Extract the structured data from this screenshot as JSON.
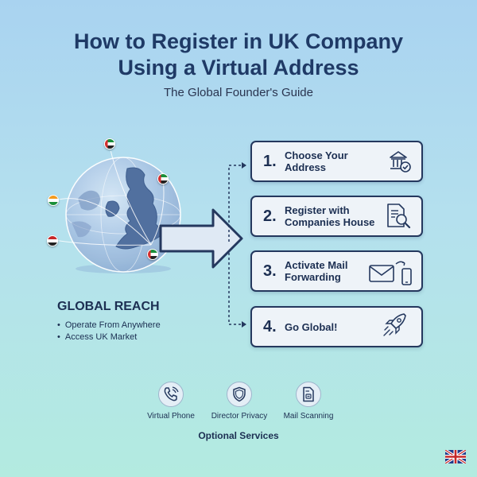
{
  "header": {
    "title_line1": "How to Register in UK Company",
    "title_line2": "Using a Virtual Address",
    "subtitle": "The Global Founder's Guide"
  },
  "steps": [
    {
      "number": "1.",
      "label": "Choose Your Address",
      "icon": "bank-check-icon"
    },
    {
      "number": "2.",
      "label": "Register with\nCompanies House",
      "icon": "document-search-icon"
    },
    {
      "number": "3.",
      "label": "Activate Mail\nForwarding",
      "icon": "mail-phone-icon"
    },
    {
      "number": "4.",
      "label": "Go Global!",
      "icon": "rocket-icon"
    }
  ],
  "global_reach": {
    "title": "GLOBAL REACH",
    "items": [
      "Operate From Anywhere",
      "Access UK Market"
    ]
  },
  "services": {
    "items": [
      {
        "label": "Virtual Phone",
        "icon": "phone-icon"
      },
      {
        "label": "Director Privacy",
        "icon": "shield-icon"
      },
      {
        "label": "Mail Scanning",
        "icon": "document-scan-icon"
      }
    ],
    "caption": "Optional Services"
  },
  "colors": {
    "primary": "#1f3a66",
    "accent_flag_red": "#d32f2f",
    "accent_flag_green": "#1a8f3a"
  }
}
